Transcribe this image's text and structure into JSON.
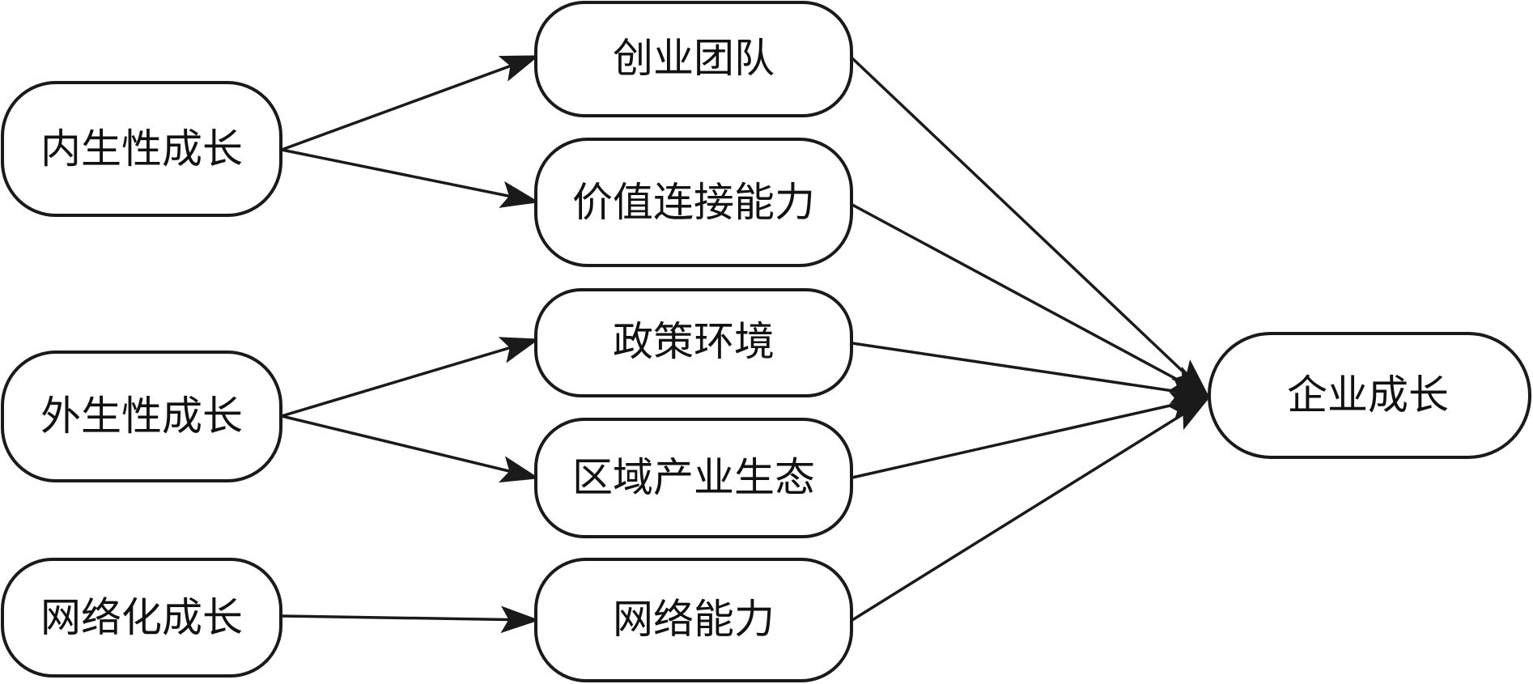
{
  "nodes": {
    "inner_growth": "内生性成长",
    "outer_growth": "外生性成长",
    "network_growth": "网络化成长",
    "team": "创业团队",
    "value_link": "价值连接能力",
    "policy": "政策环境",
    "regional_ecology": "区域产业生态",
    "network_ability": "网络能力",
    "enterprise_growth": "企业成长"
  },
  "edges": [
    {
      "from": "inner_growth",
      "to": "team"
    },
    {
      "from": "inner_growth",
      "to": "value_link"
    },
    {
      "from": "outer_growth",
      "to": "policy"
    },
    {
      "from": "outer_growth",
      "to": "regional_ecology"
    },
    {
      "from": "network_growth",
      "to": "network_ability"
    },
    {
      "from": "team",
      "to": "enterprise_growth"
    },
    {
      "from": "value_link",
      "to": "enterprise_growth"
    },
    {
      "from": "policy",
      "to": "enterprise_growth"
    },
    {
      "from": "regional_ecology",
      "to": "enterprise_growth"
    },
    {
      "from": "network_ability",
      "to": "enterprise_growth"
    }
  ],
  "colors": {
    "stroke": "#1a1a1a",
    "text": "#111111",
    "background": "#ffffff"
  }
}
